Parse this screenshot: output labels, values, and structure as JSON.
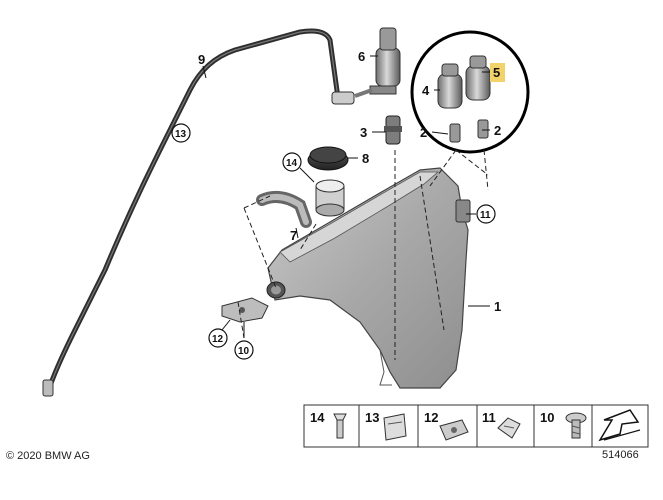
{
  "copyright": "© 2020 BMW AG",
  "diagram_number": "514066",
  "highlight_color": "#f2d36b",
  "part_labels": {
    "p1": "1",
    "p2a": "2",
    "p2b": "2",
    "p3": "3",
    "p4": "4",
    "p5": "5",
    "p6": "6",
    "p7": "7",
    "p8": "8",
    "p9": "9"
  },
  "circled_labels": {
    "c10": "10",
    "c11": "11",
    "c12": "12",
    "c13": "13",
    "c14": "14"
  },
  "legend": {
    "items": [
      {
        "label": "14",
        "icon": "push-rivet-icon"
      },
      {
        "label": "13",
        "icon": "clip-icon"
      },
      {
        "label": "12",
        "icon": "clamp-nut-icon"
      },
      {
        "label": "11",
        "icon": "spreading-rivet-icon"
      },
      {
        "label": "10",
        "icon": "screw-icon"
      }
    ],
    "arrow_icon": "direction-arrow-icon"
  }
}
